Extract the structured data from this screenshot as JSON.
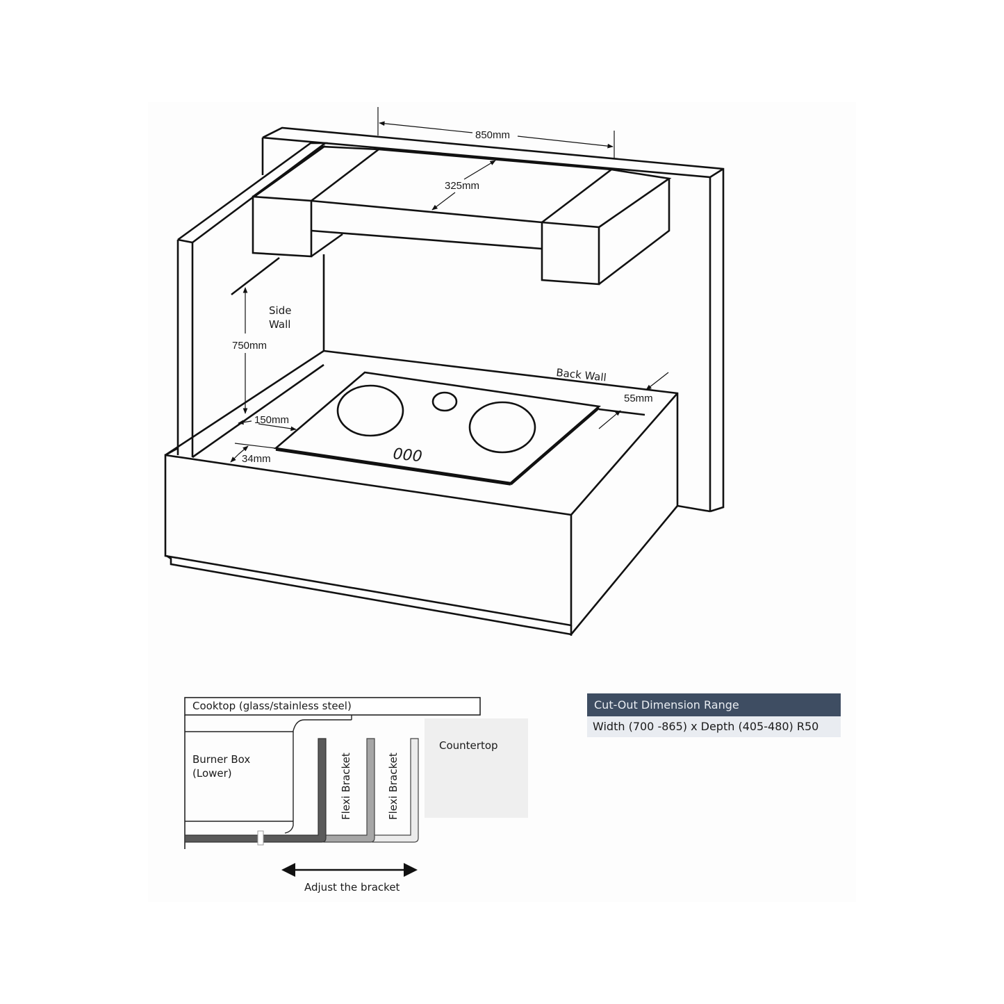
{
  "diagram": {
    "dimensions": {
      "hood_width": "850mm",
      "hood_depth": "325mm",
      "height_above_cooktop": "750mm",
      "side_clearance": "150mm",
      "front_clearance": "34mm",
      "back_clearance": "55mm"
    },
    "labels": {
      "side_wall_line1": "Side",
      "side_wall_line2": "Wall",
      "back_wall": "Back Wall"
    },
    "cooktop": {
      "burners": [
        "large-left",
        "small-center",
        "large-right"
      ],
      "knobs": "000"
    }
  },
  "bracket_detail": {
    "cooktop_label": "Cooktop (glass/stainless steel)",
    "burner_box_line1": "Burner Box",
    "burner_box_line2": "(Lower)",
    "flexi_bracket_1": "Flexi Bracket",
    "flexi_bracket_2": "Flexi Bracket",
    "countertop_label": "Countertop",
    "adjust_label": "Adjust the bracket",
    "colors": {
      "bracket_dark": "#5a5a5a",
      "bracket_mid": "#a6a6a6",
      "bracket_light": "#ececec",
      "countertop_fill": "#efefef"
    }
  },
  "cutout_table": {
    "header": "Cut-Out Dimension Range",
    "value": "Width (700 -865) x Depth (405-480) R50",
    "header_color": "#3e4d62",
    "row_color": "#e9ecf1"
  }
}
